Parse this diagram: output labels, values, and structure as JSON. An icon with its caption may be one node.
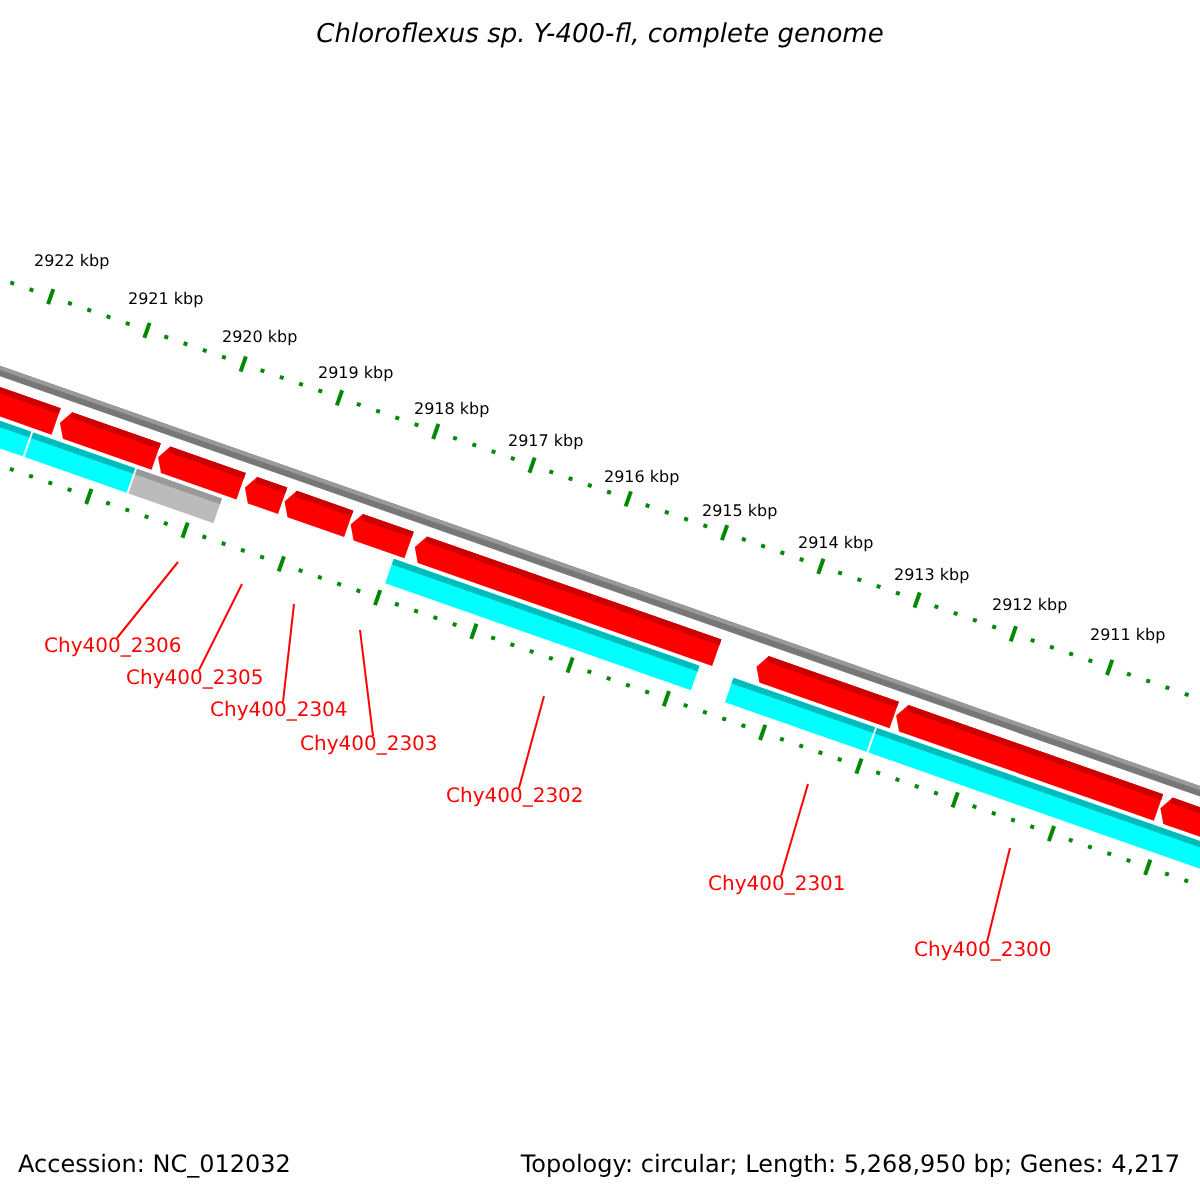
{
  "diagram": {
    "title": "Chloroflexus sp. Y-400-fl, complete genome",
    "nodes": [
      {
        "text": [
          "Chy400_2306"
        ]
      },
      {
        "text": [
          "Chy400_2305"
        ]
      },
      {
        "text": [
          "Chy400_2304"
        ]
      },
      {
        "text": [
          "Chy400_2303"
        ]
      },
      {
        "text": [
          "Chy400_2302"
        ]
      },
      {
        "text": [
          "Chy400_2301"
        ]
      },
      {
        "text": [
          "Chy400_2300"
        ]
      }
    ],
    "edges": [
      {
        "from": 0,
        "to": null,
        "arrow": "none"
      },
      {
        "from": 1,
        "to": null,
        "arrow": "none"
      },
      {
        "from": 2,
        "to": null,
        "arrow": "none"
      },
      {
        "from": 3,
        "to": null,
        "arrow": "none"
      },
      {
        "from": 4,
        "to": null,
        "arrow": "none"
      },
      {
        "from": 5,
        "to": null,
        "arrow": "none"
      },
      {
        "from": 6,
        "to": null,
        "arrow": "none"
      }
    ],
    "labels": [
      "2922 kbp",
      "2921 kbp",
      "2920 kbp",
      "2919 kbp",
      "2918 kbp",
      "2917 kbp",
      "2916 kbp",
      "2915 kbp",
      "2914 kbp",
      "2913 kbp",
      "2912 kbp",
      "2911 kbp",
      "Accession: NC_012032",
      "Topology: circular; Length: 5,268,950 bp; Genes: 4,217"
    ]
  }
}
